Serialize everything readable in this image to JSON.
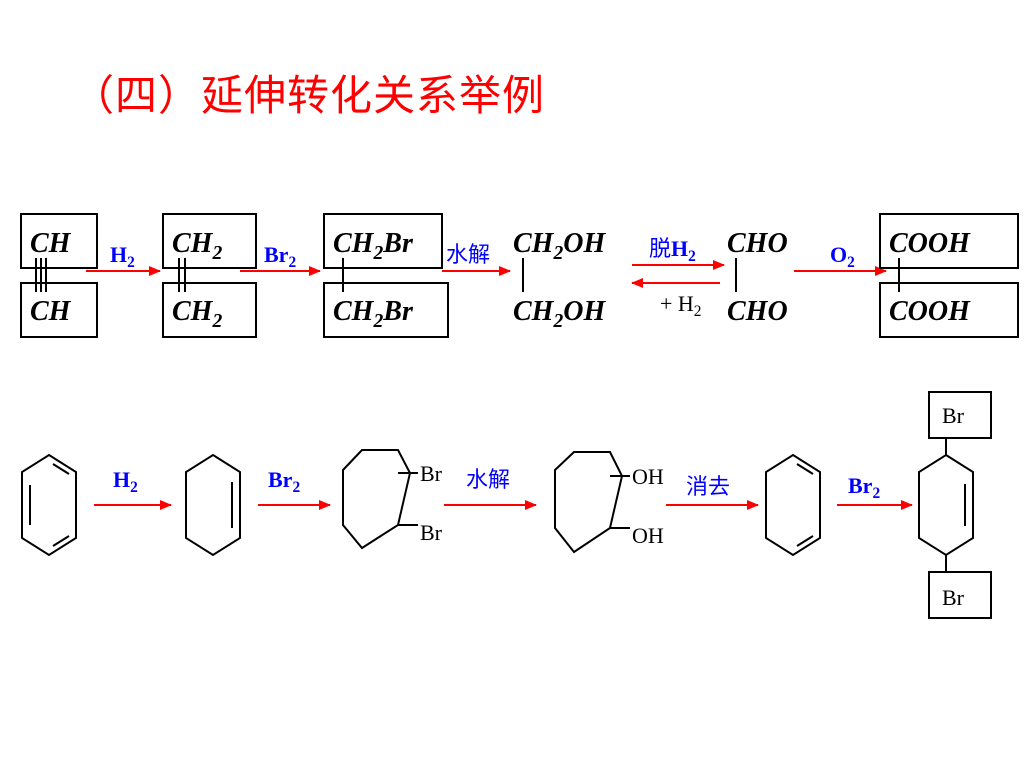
{
  "title": "（四）延伸转化关系举例",
  "row1": {
    "molecules": [
      {
        "top": "CH",
        "bottom": "CH"
      },
      {
        "top_main": "CH",
        "top_sub": "2",
        "bottom_main": "CH",
        "bottom_sub": "2"
      },
      {
        "top_main": "CH",
        "top_sub": "2",
        "top_tail": "Br",
        "bottom_main": "CH",
        "bottom_sub": "2",
        "bottom_tail": "Br"
      },
      {
        "top_main": "CH",
        "top_sub": "2",
        "top_tail": "OH",
        "bottom_main": "CH",
        "bottom_sub": "2",
        "bottom_tail": "OH"
      },
      {
        "top": "CHO",
        "bottom": "CHO"
      },
      {
        "top": "COOH",
        "bottom": "COOH"
      }
    ],
    "reagents": {
      "h2_main": "H",
      "h2_sub": "2",
      "br2_main": "Br",
      "br2_sub": "2",
      "hydrolysis": "水解",
      "dehydro_cn": "脱",
      "dehydro_main": "H",
      "dehydro_sub": "2",
      "add_h2_main": "+ H",
      "add_h2_sub": "2",
      "o2_main": "O",
      "o2_sub": "2"
    }
  },
  "row2": {
    "reagents": {
      "h2_main": "H",
      "h2_sub": "2",
      "br2_main": "Br",
      "br2_sub": "2",
      "hydrolysis": "水解",
      "elimination": "消去",
      "br2b_main": "Br",
      "br2b_sub": "2"
    },
    "substituents": {
      "br_top": "Br",
      "br_bottom": "Br",
      "oh_top": "OH",
      "oh_bottom": "OH",
      "br_box_top": "Br",
      "br_box_bottom": "Br"
    }
  },
  "colors": {
    "title": "#ff0000",
    "arrow": "#ff0000",
    "reagent": "#0000ff",
    "structure": "#000000"
  }
}
